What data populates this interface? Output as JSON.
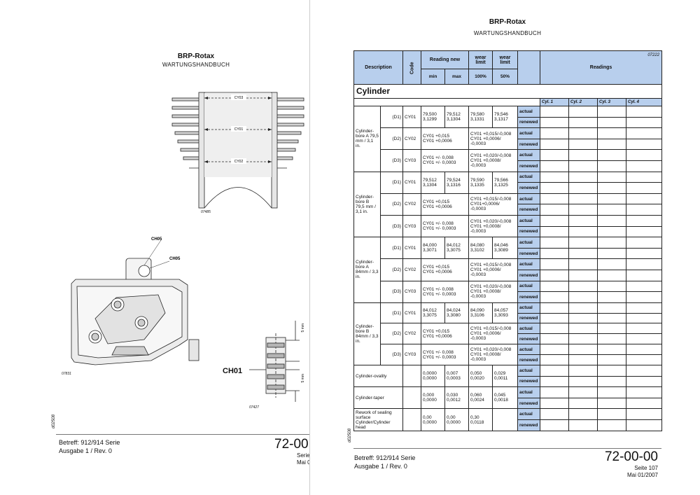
{
  "left_page": {
    "brand": "BRP-Rotax",
    "subtitle": "WARTUNGSHANDBUCH",
    "fig1_id": "07485",
    "fig1_labels": [
      "CY03",
      "CY01",
      "CY02"
    ],
    "fig2_id": "07831",
    "fig2_labels": [
      "CH05",
      "CH05"
    ],
    "fig3_id": "07427",
    "fig3_label": "CH01",
    "fig3_dim1": "5 mm",
    "fig3_dim2": "5 mm",
    "side_code": "d02508",
    "footer_line1": "Betreff: 912/914 Serie",
    "footer_line2": "Ausgabe 1 / Rev. 0",
    "footer_code": "72-00",
    "footer_seite": "Serie",
    "footer_date": "Mai 0"
  },
  "right_page": {
    "brand": "BRP-Rotax",
    "subtitle": "WARTUNGSHANDBUCH",
    "side_code": "d02508",
    "footer_line1": "Betreff: 912/914 Serie",
    "footer_line2": "Ausgabe 1 / Rev. 0",
    "footer_code": "72-00-00",
    "footer_seite": "Seite  107",
    "footer_date": "Mai 01/2007"
  },
  "table": {
    "headers": {
      "description": "Description",
      "code": "Code",
      "reading_new": "Reading new",
      "wear_limit_1": "wear limit",
      "wear_limit_2": "wear limit",
      "readings": "Readings",
      "readings_id": "07222",
      "min": "min",
      "max": "max",
      "pct100": "100%",
      "pct50": "50%"
    },
    "section_title": "Cylinder",
    "cyl_labels": [
      "Cyl. 1",
      "Cyl. 2",
      "Cyl. 3",
      "Cyl. 4"
    ],
    "status_actual": "actual",
    "status_renewed": "renewed",
    "groups": [
      {
        "desc": "Cylinder-bore A 79,5 mm / 3,1 in.",
        "rows": [
          {
            "d": "(D1)",
            "code": "CY01",
            "min": "79,500\n3,1299",
            "max": "79,512\n3,1304",
            "w100": "79,580\n3,1331",
            "w50": "79,546\n3,1317"
          },
          {
            "d": "(D2)",
            "code": "CY02",
            "range": "CY01 +0,015\nCY01 +0,0006",
            "wear": "CY01 +0,015/-0,008\nCY01 +0,0006/\n-0,0003"
          },
          {
            "d": "(D3)",
            "code": "CY03",
            "range": "CY01 +/- 0,008\nCY01 +/- 0,0003",
            "wear": "CY01 +0,020/-0,008\nCY01 +0,0008/\n-0,0003"
          }
        ]
      },
      {
        "desc": "Cylinder-bore B 79,5 mm / 3,1 in.",
        "rows": [
          {
            "d": "(D1)",
            "code": "CY01",
            "min": "79,512\n3,1304",
            "max": "79,524\n3,1316",
            "w100": "79,590\n3,1335",
            "w50": "79,566\n3,1325"
          },
          {
            "d": "(D2)",
            "code": "CY02",
            "range": "CY01 +0,015\nCY01 +0,0006",
            "wear": "CY01 +0,015/-0,008\nCY01+0,0006/\n-0,0003"
          },
          {
            "d": "(D3)",
            "code": "CY03",
            "range": "CY01 +/- 0,008\nCY01 +/- 0,0003",
            "wear": "CY01 +0,020/-0,008\nCY01 +0,0008/\n-0,0003"
          }
        ]
      },
      {
        "desc": "Cylinder-bore A 84mm / 3,3 in.",
        "rows": [
          {
            "d": "(D1)",
            "code": "CY01",
            "min": "84,000\n3,3071",
            "max": "84,012\n3,3075",
            "w100": "84,080\n3,3102",
            "w50": "84,046\n3,3089"
          },
          {
            "d": "(D2)",
            "code": "CY02",
            "range": "CY01 +0,015\nCY01 +0,0006",
            "wear": "CY01 +0,015/-0,008\nCY01 +0,0006/\n-0,0003"
          },
          {
            "d": "(D3)",
            "code": "CY03",
            "range": "CY01 +/- 0,008\nCY01 +/- 0,0003",
            "wear": "CY01 +0,020/-0,008\nCY01 +0,0008/\n-0,0003"
          }
        ]
      },
      {
        "desc": "Cylinder-bore B 84mm / 3,3 in.",
        "rows": [
          {
            "d": "(D1)",
            "code": "CY01",
            "min": "84,012\n3,3075",
            "max": "84,024\n3,3080",
            "w100": "84,090\n3,3106",
            "w50": "84,057\n3,3093"
          },
          {
            "d": "(D2)",
            "code": "CY02",
            "range": "CY01 +0,015\nCY01 +0,0006",
            "wear": "CY01 +0,015/-0,008\nCY01 +0,0006/\n-0,0003"
          },
          {
            "d": "(D3)",
            "code": "CY03",
            "range": "CY01 +/- 0,008\nCY01 +/- 0,0003",
            "wear": "CY01 +0,020/-0,008\nCY01 +0,0008/\n-0,0003"
          }
        ]
      }
    ],
    "extra_rows": [
      {
        "desc": "Cylinder-ovality",
        "min": "0,0000\n0,0000",
        "max": "0,007\n0,0003",
        "w100": "0,050\n0,0020",
        "w50": "0,029\n0,0011"
      },
      {
        "desc": "Cylinder-taper",
        "min": "0,000\n0,0000",
        "max": "0,030\n0,0012",
        "w100": "0,060\n0,0024",
        "w50": "0,045\n0,0018"
      },
      {
        "desc": "Rework of sealing surface Cylinder/Cylinder head",
        "min": "0,00\n0,0000",
        "max": "0,00\n0,0000",
        "w100": "0,30\n0,0118",
        "w50": ""
      }
    ]
  }
}
